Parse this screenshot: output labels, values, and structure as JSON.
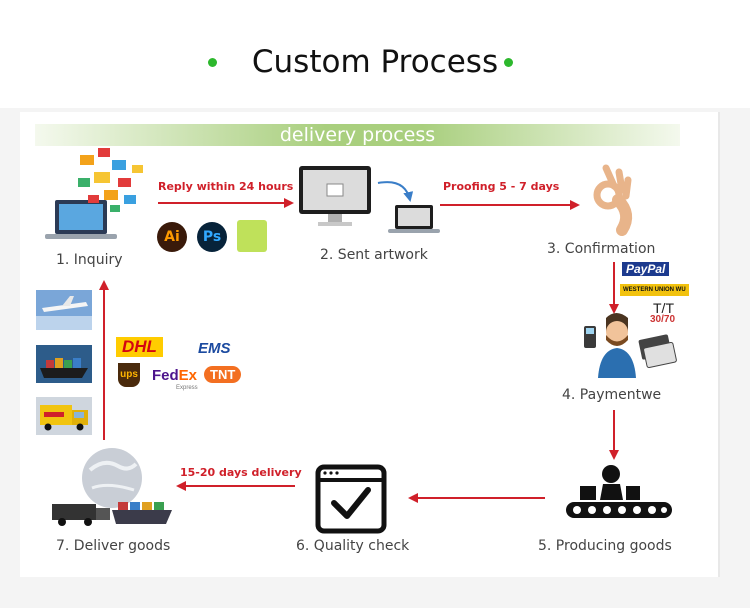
{
  "header": {
    "title": "Custom Process"
  },
  "banner": {
    "text": "delivery process"
  },
  "steps": {
    "s1": "1. Inquiry",
    "s2": "2. Sent artwork",
    "s3": "3. Confirmation",
    "s4": "4. Paymentwe",
    "s5": "5. Producing goods",
    "s6": "6. Quality check",
    "s7": "7. Deliver goods"
  },
  "arrows": {
    "a1": "Reply  within  24  hours",
    "a2": "Proofing 5 - 7 days",
    "a6": "15-20 days delivery"
  },
  "software": {
    "ai": "Ai",
    "ps": "Ps"
  },
  "payment": {
    "paypal": "PayPal",
    "wu": "WESTERN UNION WU",
    "tt": "T/T",
    "ratio": "30/70"
  },
  "carriers": {
    "dhl": "DHL",
    "ems": "EMS",
    "ups": "ups",
    "fedex_a": "Fed",
    "fedex_b": "Ex",
    "fedex_c": "Express",
    "tnt": "TNT"
  },
  "colors": {
    "arrow": "#d0202a",
    "accent": "#2db82d",
    "banner": "#a9cf7e"
  }
}
